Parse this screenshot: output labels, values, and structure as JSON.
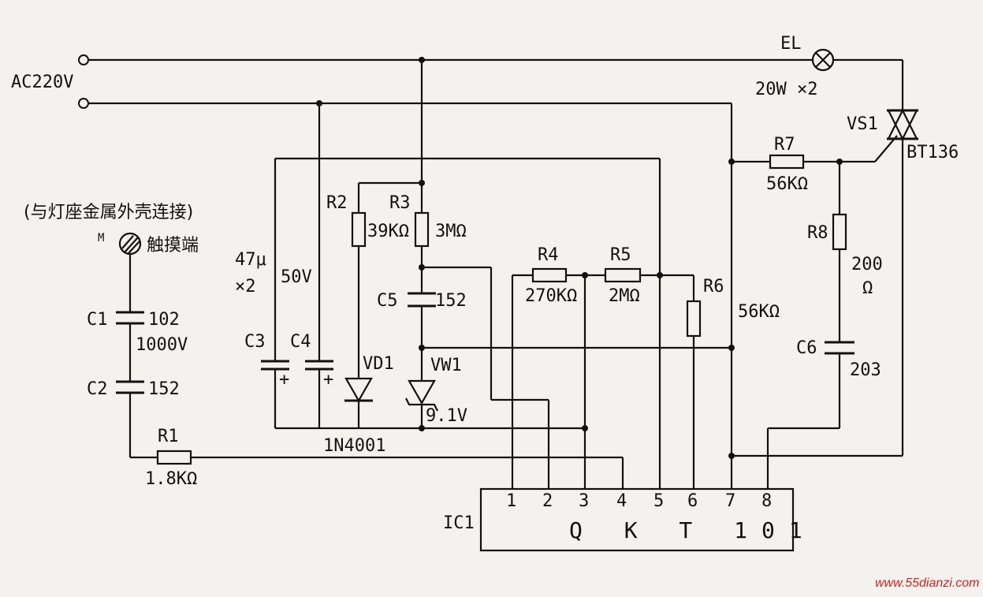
{
  "labels": {
    "ac": "AC220V",
    "el": "EL",
    "el_rating": "20W ×2",
    "vs1": "VS1",
    "bt136": "BT136",
    "r7": "R7",
    "r7_val": "56KΩ",
    "r8": "R8",
    "r8_val_1": "200",
    "r8_val_2": "Ω",
    "c6": "C6",
    "c6_val": "203",
    "r6": "R6",
    "r6_val": "56KΩ",
    "r4": "R4",
    "r4_val": "270KΩ",
    "r5": "R5",
    "r5_val": "2MΩ",
    "r2": "R2",
    "r2_val": "39KΩ",
    "r3": "R3",
    "r3_val": "3MΩ",
    "c5": "C5",
    "c5_val": "152",
    "vd1": "VD1",
    "vw1": "VW1",
    "vw1_val": "9.1V",
    "diode_part": "1N4001",
    "c34_val_1": "47μ",
    "c34_val_2": "×2",
    "c34_volt": "50V",
    "c3": "C3",
    "c4": "C4",
    "plus": "+",
    "touch_note": "(与灯座金属外壳连接)",
    "m": "M",
    "touch": "触摸端",
    "c1": "C1",
    "c1_val": "102",
    "c1_volt": "1000V",
    "c2": "C2",
    "c2_val": "152",
    "r1": "R1",
    "r1_val": "1.8KΩ",
    "ic1": "IC1",
    "ic_name": "Q K T 101",
    "pins": [
      "1",
      "2",
      "3",
      "4",
      "5",
      "6",
      "7",
      "8"
    ],
    "watermark": "www.55dianzi.com"
  }
}
